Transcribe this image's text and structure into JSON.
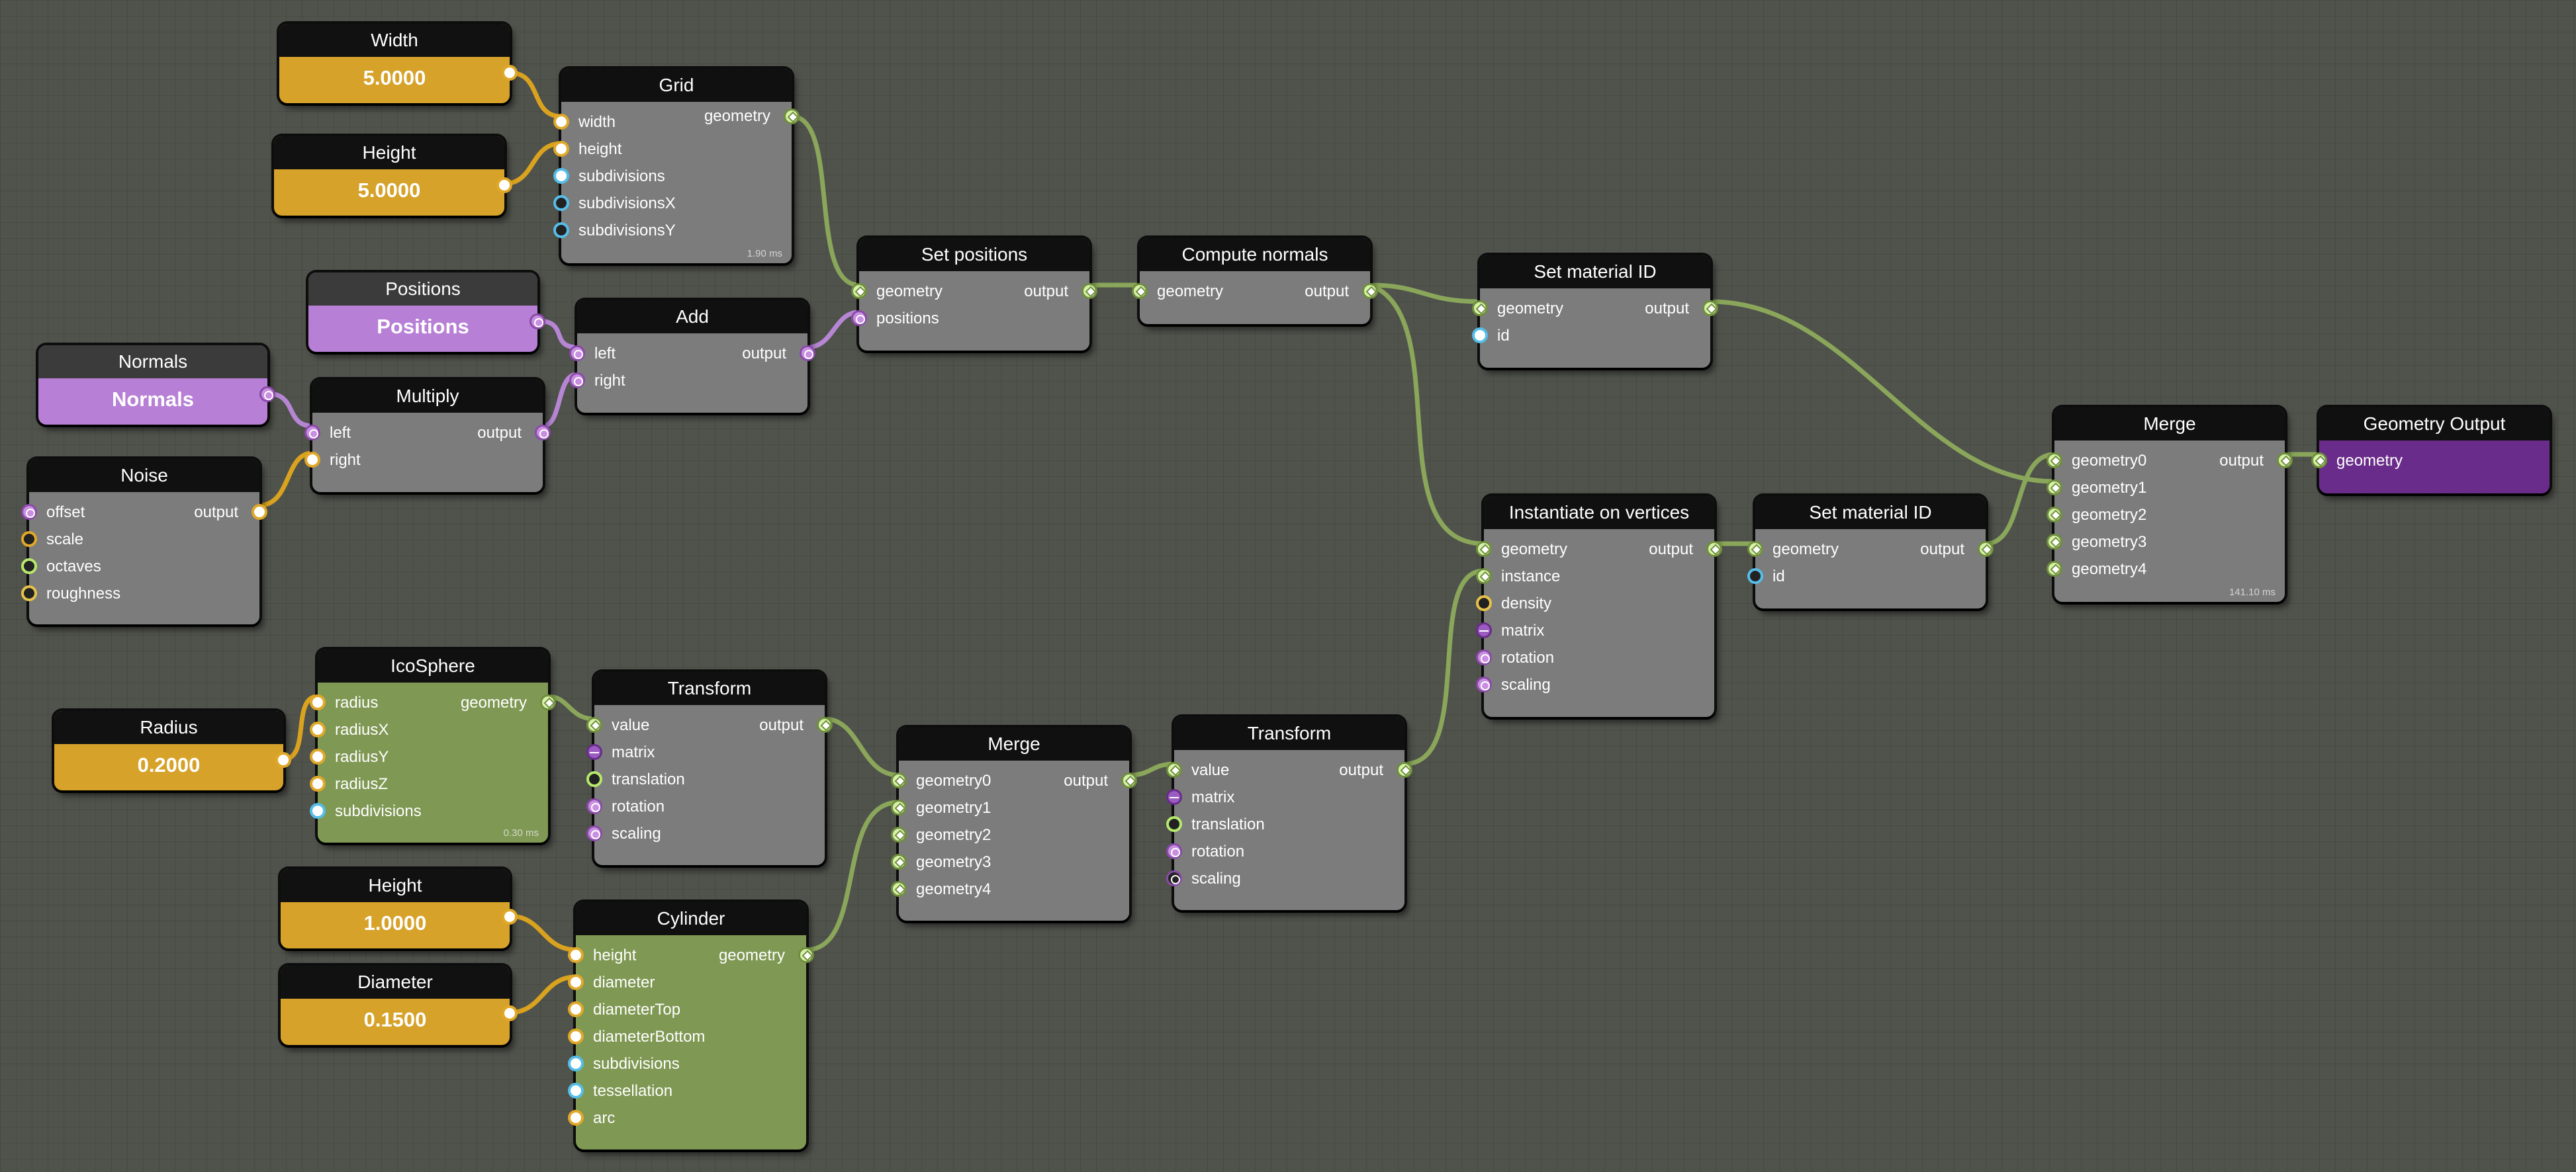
{
  "value_nodes": {
    "width": {
      "title": "Width",
      "value": "5.0000"
    },
    "height1": {
      "title": "Height",
      "value": "5.0000"
    },
    "positions": {
      "title": "Positions",
      "value": "Positions"
    },
    "normals": {
      "title": "Normals",
      "value": "Normals"
    },
    "radius": {
      "title": "Radius",
      "value": "0.2000"
    },
    "height2": {
      "title": "Height",
      "value": "1.0000"
    },
    "diameter": {
      "title": "Diameter",
      "value": "0.1500"
    }
  },
  "nodes": {
    "grid": {
      "title": "Grid",
      "inputs": [
        "width",
        "height",
        "subdivisions",
        "subdivisionsX",
        "subdivisionsY"
      ],
      "output": "geometry",
      "timing": "1.90 ms"
    },
    "add": {
      "title": "Add",
      "inputs": [
        "left",
        "right"
      ],
      "output": "output"
    },
    "multiply": {
      "title": "Multiply",
      "inputs": [
        "left",
        "right"
      ],
      "output": "output"
    },
    "noise": {
      "title": "Noise",
      "inputs": [
        "offset",
        "scale",
        "octaves",
        "roughness"
      ],
      "output": "output"
    },
    "set_positions": {
      "title": "Set positions",
      "inputs": [
        "geometry",
        "positions"
      ],
      "output": "output"
    },
    "compute_normals": {
      "title": "Compute normals",
      "inputs": [
        "geometry"
      ],
      "output": "output"
    },
    "set_material_1": {
      "title": "Set material ID",
      "inputs": [
        "geometry",
        "id"
      ],
      "output": "output"
    },
    "icosphere": {
      "title": "IcoSphere",
      "inputs": [
        "radius",
        "radiusX",
        "radiusY",
        "radiusZ",
        "subdivisions"
      ],
      "output": "geometry",
      "timing": "0.30 ms"
    },
    "transform1": {
      "title": "Transform",
      "inputs": [
        "value",
        "matrix",
        "translation",
        "rotation",
        "scaling"
      ],
      "output": "output"
    },
    "merge1": {
      "title": "Merge",
      "inputs": [
        "geometry0",
        "geometry1",
        "geometry2",
        "geometry3",
        "geometry4"
      ],
      "output": "output"
    },
    "transform2": {
      "title": "Transform",
      "inputs": [
        "value",
        "matrix",
        "translation",
        "rotation",
        "scaling"
      ],
      "output": "output"
    },
    "cylinder": {
      "title": "Cylinder",
      "inputs": [
        "height",
        "diameter",
        "diameterTop",
        "diameterBottom",
        "subdivisions",
        "tessellation",
        "arc"
      ],
      "output": "geometry"
    },
    "instantiate": {
      "title": "Instantiate on vertices",
      "inputs": [
        "geometry",
        "instance",
        "density",
        "matrix",
        "rotation",
        "scaling"
      ],
      "output": "output"
    },
    "set_material_2": {
      "title": "Set material ID",
      "inputs": [
        "geometry",
        "id"
      ],
      "output": "output"
    },
    "merge2": {
      "title": "Merge",
      "inputs": [
        "geometry0",
        "geometry1",
        "geometry2",
        "geometry3",
        "geometry4"
      ],
      "output": "output",
      "timing": "141.10 ms"
    },
    "geometry_output": {
      "title": "Geometry Output",
      "inputs": [
        "geometry"
      ]
    }
  },
  "colors": {
    "wire_geometry": "#8aa65a",
    "wire_number": "#d9a21f",
    "wire_vector": "#b686d4",
    "node_default": "#7c7c7c",
    "node_geometry": "#7f9853",
    "node_output": "#6a2c8a",
    "value_number": "#d6a22a",
    "value_vector": "#b780d6"
  }
}
